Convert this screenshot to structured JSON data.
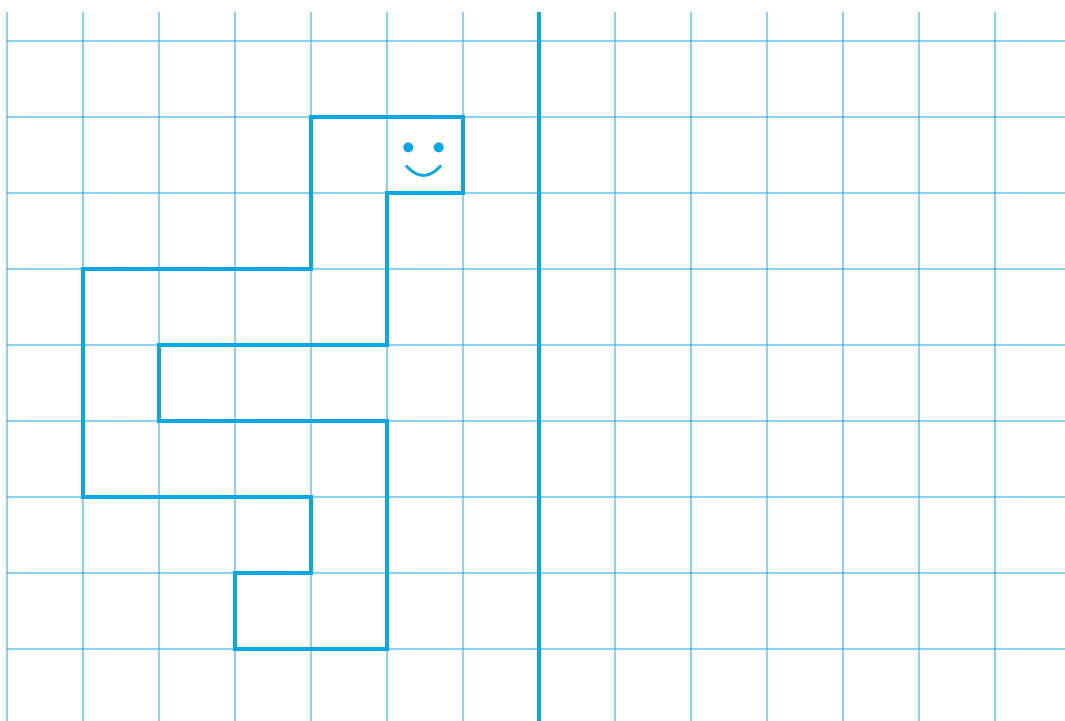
{
  "grid": {
    "columns": 14,
    "rows": 9,
    "color": "#1aa3e0"
  },
  "mirror_line": {
    "column": 7,
    "color": "#0aa7e6"
  },
  "figure": {
    "color": "#0aa7e6",
    "outline": [
      [
        4,
        1
      ],
      [
        6,
        1
      ],
      [
        6,
        2
      ],
      [
        5,
        2
      ],
      [
        5,
        4
      ],
      [
        2,
        4
      ],
      [
        2,
        5
      ],
      [
        5,
        5
      ],
      [
        5,
        8
      ],
      [
        3,
        8
      ],
      [
        3,
        7
      ],
      [
        4,
        7
      ],
      [
        4,
        6
      ],
      [
        1,
        6
      ],
      [
        1,
        3
      ],
      [
        4,
        3
      ]
    ],
    "face": {
      "eye_left": [
        5.28,
        1.4
      ],
      "eye_right": [
        5.68,
        1.4
      ],
      "mouth_from": [
        5.26,
        1.65
      ],
      "mouth_to": [
        5.7,
        1.65
      ]
    }
  }
}
